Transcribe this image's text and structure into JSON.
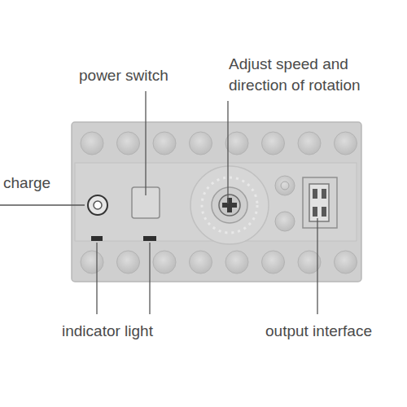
{
  "diagram": {
    "labels": [
      "power switch",
      "Adjust speed and direction of rotation",
      "charge",
      "indicator light",
      "output interface"
    ]
  }
}
